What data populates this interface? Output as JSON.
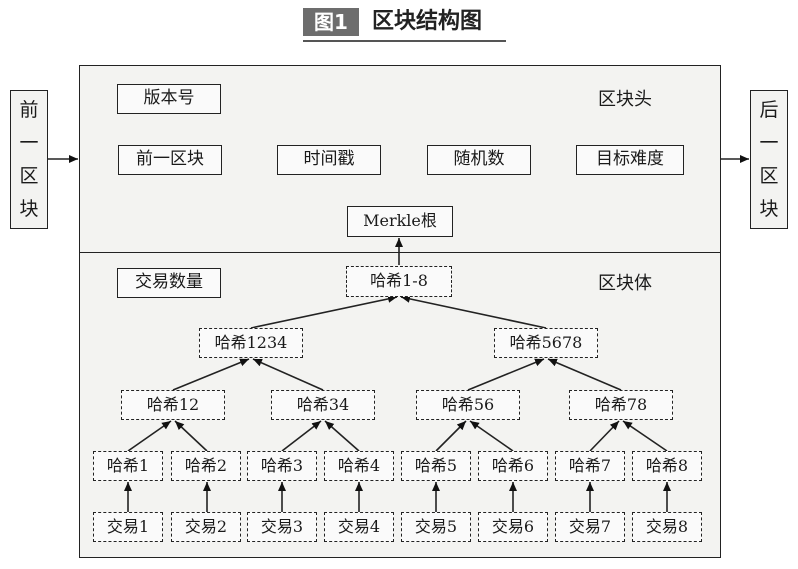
{
  "figure": {
    "badge": "图1",
    "title": "区块结构图"
  },
  "prev_block": [
    "前",
    "一",
    "区",
    "块"
  ],
  "next_block": [
    "后",
    "一",
    "区",
    "块"
  ],
  "header": {
    "label": "区块头",
    "version": "版本号",
    "prev_hash": "前一区块",
    "timestamp": "时间戳",
    "nonce": "随机数",
    "difficulty": "目标难度",
    "merkle_root": "Merkle根"
  },
  "body": {
    "label": "区块体",
    "tx_count": "交易数量",
    "hash_root": "哈希1-8",
    "level2": [
      "哈希1234",
      "哈希5678"
    ],
    "level3": [
      "哈希12",
      "哈希34",
      "哈希56",
      "哈希78"
    ],
    "level4": [
      "哈希1",
      "哈希2",
      "哈希3",
      "哈希4",
      "哈希5",
      "哈希6",
      "哈希7",
      "哈希8"
    ],
    "transactions": [
      "交易1",
      "交易2",
      "交易3",
      "交易4",
      "交易5",
      "交易6",
      "交易7",
      "交易8"
    ]
  }
}
